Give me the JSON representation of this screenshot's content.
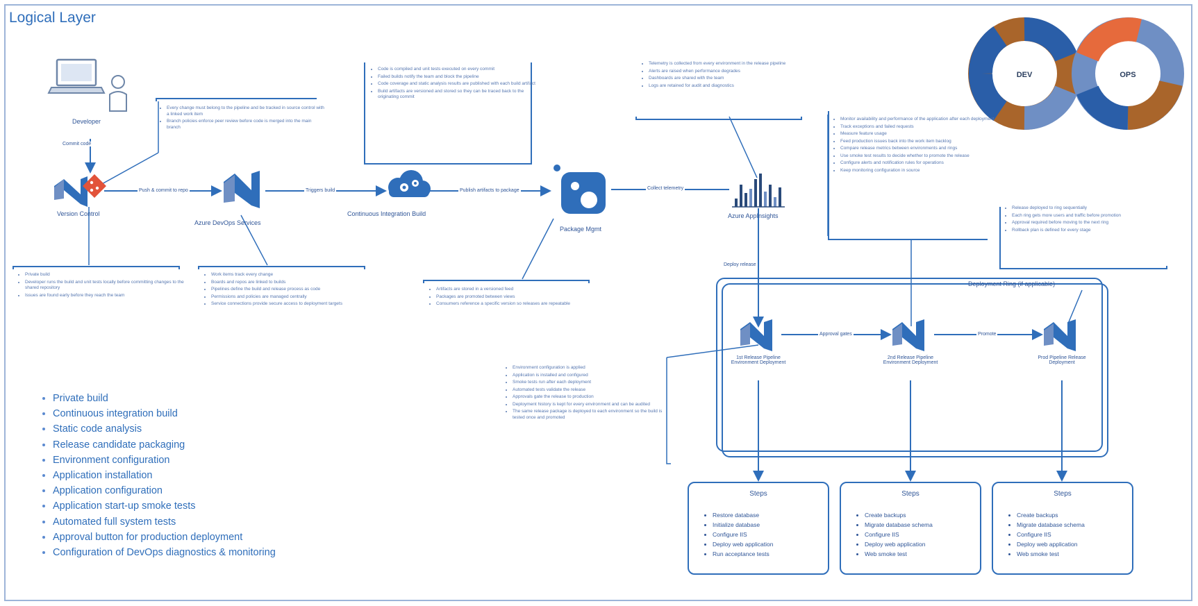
{
  "title": "Logical Layer",
  "nodes": {
    "developer": "Developer",
    "version_control": "Version Control",
    "devops_services": "Azure DevOps Services",
    "ci_build": "Continuous Integration Build",
    "package_mgmt": "Package Mgmt",
    "app_insights": "Azure AppInsights",
    "rel1": "1st Release Pipeline Environment Deployment",
    "rel2": "2nd Release Pipeline Environment Deployment",
    "rel3": "Prod Pipeline Release Deployment"
  },
  "connectors": {
    "commit": "Commit code",
    "push": "Push & commit to repo",
    "trigger": "Triggers build",
    "publish": "Publish artifacts to package",
    "telemetry": "Collect telemetry",
    "deploy_release": "Deploy release",
    "approval": "Approval gates",
    "promote": "Promote"
  },
  "ring_label": "Deployment Ring (if applicable)",
  "notes": {
    "n_versioncontrol": [
      "Every change must belong to the pipeline and be tracked in source control with a linked work item",
      "Branch policies enforce peer review before code is merged into the main branch"
    ],
    "n_ci": [
      "Code is compiled and unit tests executed on every commit",
      "Failed builds notify the team and block the pipeline",
      "Code coverage and static analysis results are published with each build artifact",
      "Build artifacts are versioned and stored so they can be traced back to the originating commit"
    ],
    "n_insights": [
      "Telemetry is collected from every environment in the release pipeline",
      "Alerts are raised when performance degrades",
      "Dashboards are shared with the team",
      "Logs are retained for audit and diagnostics"
    ],
    "n_right": [
      "Monitor availability and performance of the application after each deployment",
      "Track exceptions and failed requests",
      "Measure feature usage",
      "Feed production issues back into the work item backlog",
      "Compare release metrics between environments and rings",
      "Use smoke test results to decide whether to promote the release",
      "Configure alerts and notification rules for operations",
      "Keep monitoring configuration in source"
    ],
    "n_rings": [
      "Release deployed to ring sequentially",
      "Each ring gets more users and traffic before promotion",
      "Approval required before moving to the next ring",
      "Rollback plan is defined for every stage"
    ],
    "n_private": [
      "Private build",
      "Developer runs the build and unit tests locally before committing changes to the shared repository",
      "Issues are found early before they reach the team"
    ],
    "n_devops": [
      "Work items track every change",
      "Boards and repos are linked to builds",
      "Pipelines define the build and release process as code",
      "Permissions and policies are managed centrally",
      "Service connections provide secure access to deployment targets"
    ],
    "n_package": [
      "Artifacts are stored in a versioned feed",
      "Packages are promoted between views",
      "Consumers reference a specific version so releases are repeatable"
    ],
    "n_release": [
      "Environment configuration is applied",
      "Application is installed and configured",
      "Smoke tests run after each deployment",
      "Automated tests validate the release",
      "Approvals gate the release to production",
      "Deployment history is kept for every environment and can be audited",
      "The same release package is deployed to each environment so the build is tested once and promoted"
    ]
  },
  "bullets": [
    "Private build",
    "Continuous integration build",
    "Static code analysis",
    "Release candidate packaging",
    "Environment configuration",
    "Application installation",
    "Application configuration",
    "Application start-up smoke tests",
    "Automated full system tests",
    "Approval button for production deployment",
    "Configuration of DevOps diagnostics & monitoring"
  ],
  "step_boxes": [
    {
      "title": "Steps",
      "items": [
        "Restore database",
        "Initialize database",
        "Configure IIS",
        "Deploy web application",
        "Run acceptance tests"
      ]
    },
    {
      "title": "Steps",
      "items": [
        "Create backups",
        "Migrate database schema",
        "Configure IIS",
        "Deploy web application",
        "Web smoke test"
      ]
    },
    {
      "title": "Steps",
      "items": [
        "Create backups",
        "Migrate database schema",
        "Configure IIS",
        "Deploy web application",
        "Web smoke test"
      ]
    }
  ],
  "devops_loop": {
    "dev": "DEV",
    "ops": "OPS"
  },
  "colors": {
    "accent": "#2f6eba",
    "dark_blue": "#2a5ea8",
    "mid_blue": "#6f8fc4",
    "brown": "#a9652b",
    "orange": "#e66a3c",
    "git_orange": "#e2533a"
  }
}
